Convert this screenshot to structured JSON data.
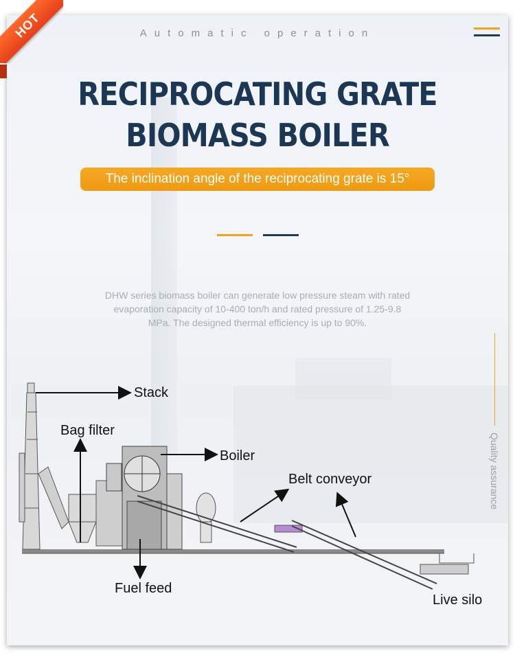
{
  "badge": {
    "hot": "HOT"
  },
  "header": {
    "tagline": "Automatic operation"
  },
  "title": {
    "line1": "RECIPROCATING GRATE",
    "line2": "BIOMASS BOILER"
  },
  "highlight": "The inclination angle of the reciprocating grate is 15°",
  "description": "DHW series biomass boiler can generate low pressure steam with rated evaporation capacity of 10-400 ton/h and rated pressure of 1.25-9.8 MPa. The designed thermal efficiency is up to 90%.",
  "side_label": "Quality assurance",
  "diagram": {
    "labels": {
      "stack": "Stack",
      "bag_filter": "Bag filter",
      "boiler": "Boiler",
      "belt_conveyor": "Belt conveyor",
      "fuel_feed": "Fuel feed",
      "live_silo": "Live silo"
    }
  },
  "colors": {
    "accent": "#f0a21a",
    "navy": "#1b3753",
    "hot": "#e6401a"
  }
}
